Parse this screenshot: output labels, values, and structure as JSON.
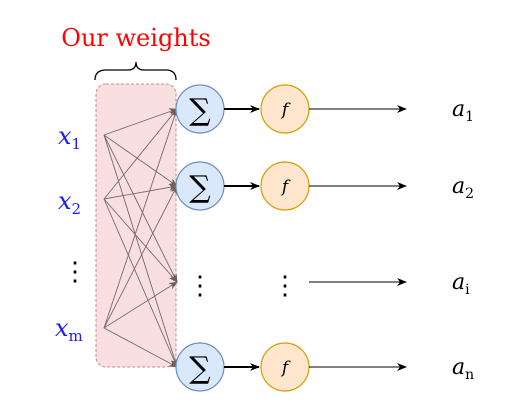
{
  "title": "Our weights",
  "inputs": [
    {
      "base": "x",
      "sub": "1"
    },
    {
      "base": "x",
      "sub": "2"
    },
    {
      "base": "",
      "sub": "⋮"
    },
    {
      "base": "x",
      "sub": "m"
    }
  ],
  "sum_symbol": "∑",
  "activation_symbol": "f",
  "vertical_dots": "⋮",
  "outputs": [
    {
      "base": "a",
      "sub": "1"
    },
    {
      "base": "a",
      "sub": "2"
    },
    {
      "base": "a",
      "sub": "i"
    },
    {
      "base": "a",
      "sub": "n"
    }
  ],
  "colors": {
    "title": "#ff0000",
    "inputs": "#1a1aff",
    "weights_fill": "#f9dfe0",
    "weights_border": "#c98a8a",
    "sum_fill": "#dae8fc",
    "sum_stroke": "#6c8ebf",
    "f_fill": "#ffe6cc",
    "f_stroke": "#d79b00",
    "weight_lines": "#7a6a6a"
  }
}
